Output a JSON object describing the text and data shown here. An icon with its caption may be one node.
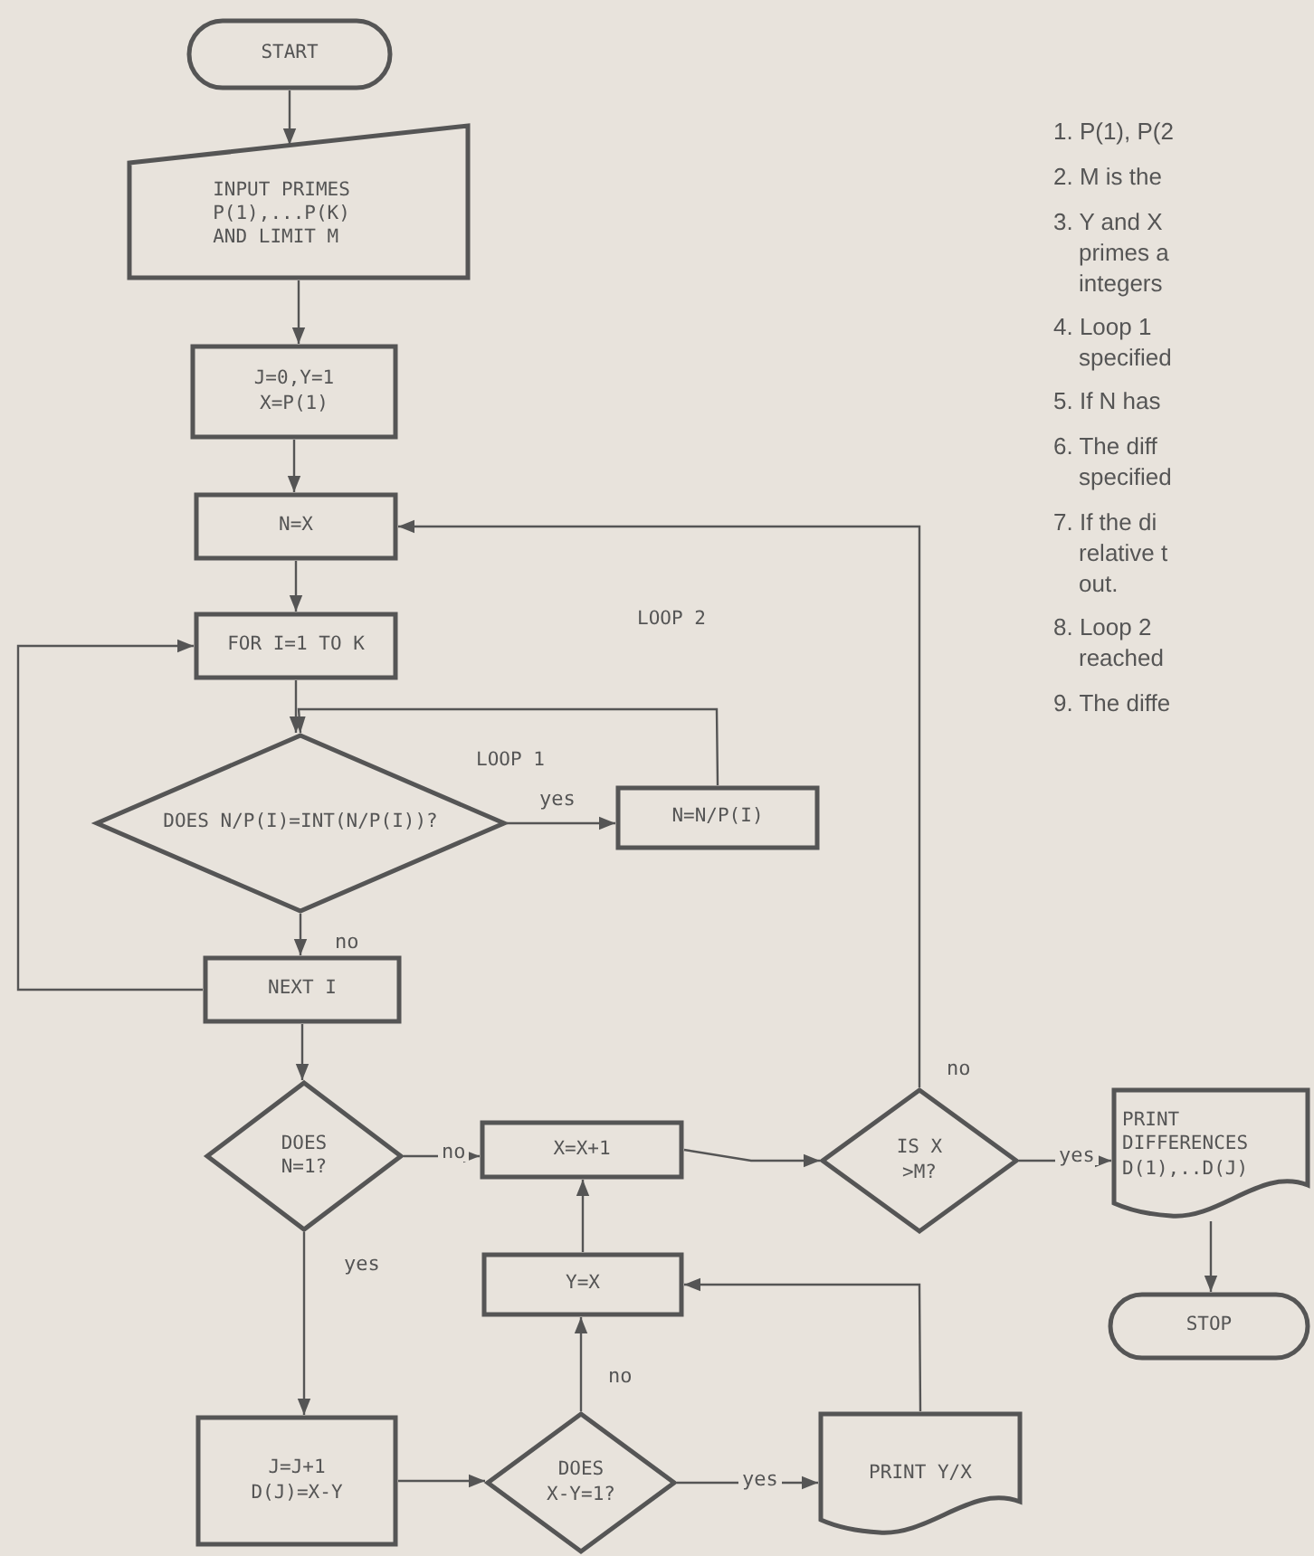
{
  "diagram": {
    "nodes": [
      {
        "text": [
          "START"
        ]
      },
      {
        "text": [
          "INPUT PRIMES P(1),...P(K) AND LIMIT M"
        ]
      },
      {
        "text": [
          "J=0,Y=1 X=P(1)"
        ]
      },
      {
        "text": [
          "N=X"
        ]
      },
      {
        "text": [
          "FOR I=1 TO K"
        ]
      },
      {
        "text": [
          "DOES N/P(I)=INT(N/P(I))?"
        ]
      },
      {
        "text": [
          "N=N/P(I)"
        ]
      },
      {
        "text": [
          "NEXT I"
        ]
      },
      {
        "text": [
          "DOES N=1?"
        ]
      },
      {
        "text": [
          "X=X+1"
        ]
      },
      {
        "text": [
          "IS X >M?"
        ]
      },
      {
        "text": [
          "PRINT DIFFERENCES D(1),..D(J)"
        ]
      },
      {
        "text": [
          "STOP"
        ]
      },
      {
        "text": [
          "Y=X"
        ]
      },
      {
        "text": [
          "J=J+1 D(J)=X-Y"
        ]
      },
      {
        "text": [
          "DOES X-Y=1?"
        ]
      },
      {
        "text": [
          "PRINT Y/X"
        ]
      }
    ],
    "edges": [
      {
        "from": 0,
        "to": 1,
        "arrow": "to"
      },
      {
        "from": 1,
        "to": 2,
        "arrow": "to"
      },
      {
        "from": 2,
        "to": 3,
        "arrow": "to"
      },
      {
        "from": 3,
        "to": 4,
        "arrow": "to"
      },
      {
        "from": 4,
        "to": 5,
        "arrow": "to"
      },
      {
        "from": 5,
        "to": 6,
        "arrow": "to",
        "label": "yes"
      },
      {
        "from": 6,
        "to": 5,
        "arrow": "to"
      },
      {
        "from": 5,
        "to": 7,
        "arrow": "to",
        "label": "no"
      },
      {
        "from": 7,
        "to": 4,
        "arrow": "to"
      },
      {
        "from": 7,
        "to": 8,
        "arrow": "to"
      },
      {
        "from": 8,
        "to": 9,
        "arrow": "to",
        "label": "no"
      },
      {
        "from": 8,
        "to": 14,
        "arrow": "to",
        "label": "yes"
      },
      {
        "from": 9,
        "to": 10,
        "arrow": "to"
      },
      {
        "from": 10,
        "to": 11,
        "arrow": "to",
        "label": "yes"
      },
      {
        "from": 10,
        "to": 3,
        "arrow": "to",
        "label": "no"
      },
      {
        "from": 11,
        "to": 12,
        "arrow": "to"
      },
      {
        "from": 14,
        "to": 15,
        "arrow": "to"
      },
      {
        "from": 15,
        "to": 16,
        "arrow": "to",
        "label": "yes"
      },
      {
        "from": 15,
        "to": 13,
        "arrow": "to",
        "label": "no"
      },
      {
        "from": 16,
        "to": 13,
        "arrow": "to"
      },
      {
        "from": 13,
        "to": 9,
        "arrow": "to"
      }
    ],
    "labels": [
      "LOOP 2",
      "LOOP 1",
      "1. P(1), P(2",
      "2. M is the",
      "3. Y and X",
      "primes a",
      "integers",
      "4. Loop 1",
      "specified",
      "5. If N has",
      "6. The diff",
      "specified",
      "7. If the di",
      "relative t",
      "out.",
      "8. Loop 2",
      "reached",
      "9. The diffe"
    ]
  }
}
